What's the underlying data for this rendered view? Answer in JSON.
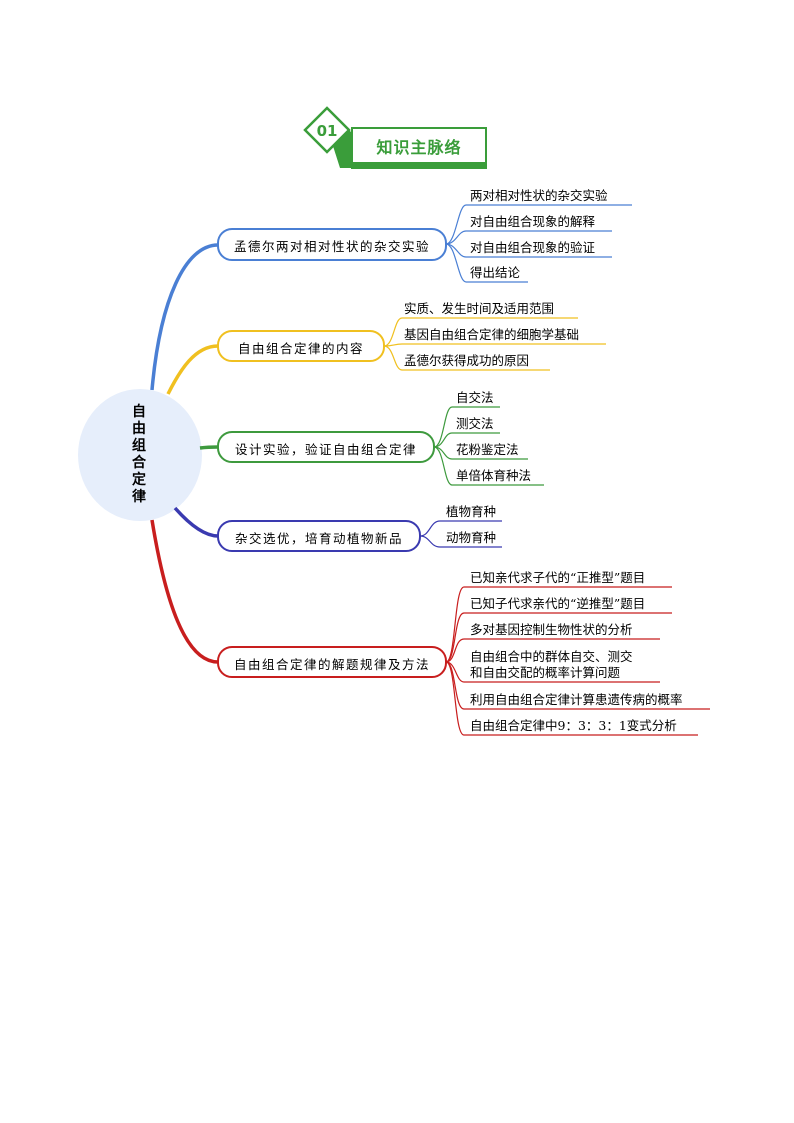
{
  "header": {
    "number": "01",
    "title": "知识主脉络"
  },
  "root": {
    "label": "自由组合定律"
  },
  "colors": {
    "green": "#3a9d3a",
    "blue": "#4a7fd4",
    "yellow": "#f0c020",
    "darkgreen": "#3e9a3e",
    "indigo": "#3a3ab0",
    "red": "#c81e1e",
    "root_fill": "#e6eefb"
  },
  "branches": [
    {
      "label": "孟德尔两对相对性状的杂交实验",
      "color": "blue",
      "children": [
        "两对相对性状的杂交实验",
        "对自由组合现象的解释",
        "对自由组合现象的验证",
        "得出结论"
      ]
    },
    {
      "label": "自由组合定律的内容",
      "color": "yellow",
      "children": [
        "实质、发生时间及适用范围",
        "基因自由组合定律的细胞学基础",
        "孟德尔获得成功的原因"
      ]
    },
    {
      "label": "设计实验，验证自由组合定律",
      "color": "darkgreen",
      "children": [
        "自交法",
        "测交法",
        "花粉鉴定法",
        "单倍体育种法"
      ]
    },
    {
      "label": "杂交选优，培育动植物新品",
      "color": "indigo",
      "children": [
        "植物育种",
        "动物育种"
      ]
    },
    {
      "label": "自由组合定律的解题规律及方法",
      "color": "red",
      "children": [
        "已知亲代求子代的“正推型”题目",
        "已知子代求亲代的“逆推型”题目",
        "多对基因控制生物性状的分析",
        "自由组合中的群体自交、测交\n和自由交配的概率计算问题",
        "利用自由组合定律计算患遗传病的概率",
        "自由组合定律中9：3：3：1变式分析"
      ]
    }
  ]
}
